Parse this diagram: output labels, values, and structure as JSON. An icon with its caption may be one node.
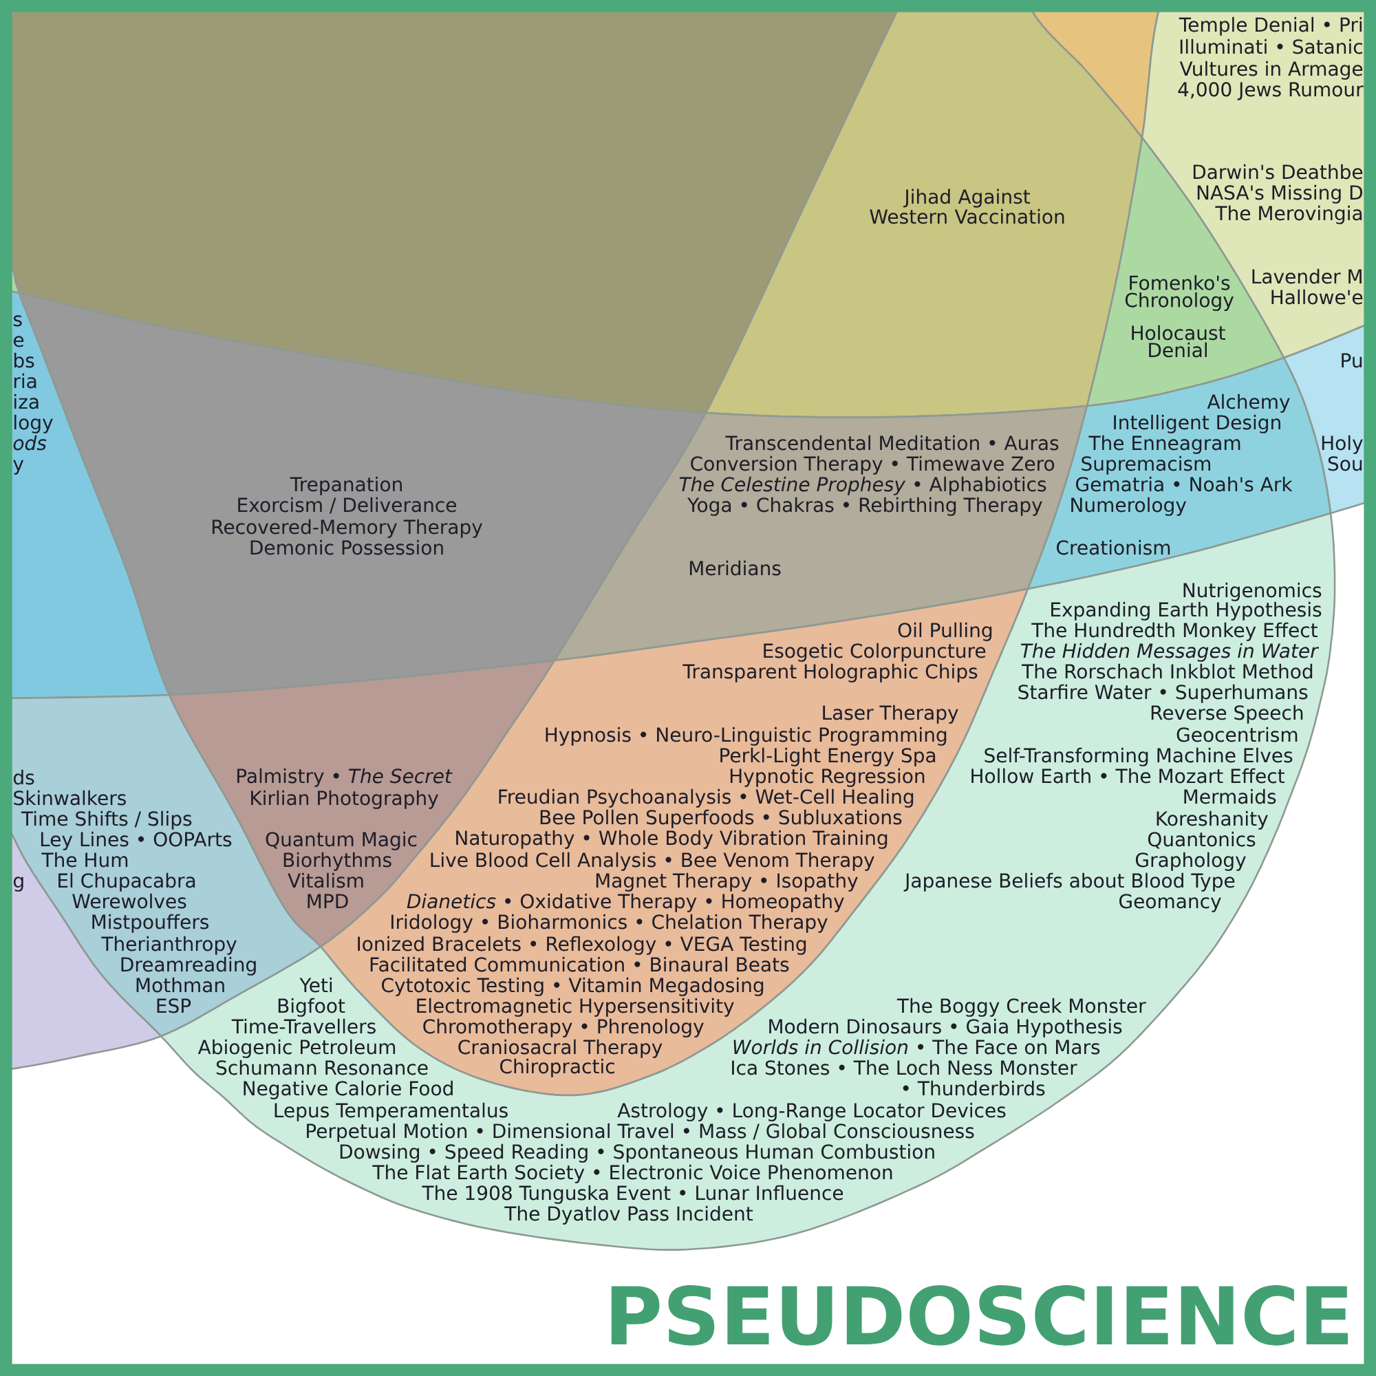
{
  "diagram": {
    "nodes": [
      {
        "text": [],
        "shape": "region"
      },
      {
        "text": [
          "Jihad Against Western Vaccination"
        ]
      },
      {
        "text": [],
        "shape": "region"
      },
      {
        "text": [
          "Temple Denial • Pri",
          "Illuminati • Satanic",
          "Vultures in Armage",
          "4,000 Jews Rumour",
          "Darwin's Deathbe",
          "NASA's Missing D",
          "The Merovingia",
          "Lavender M",
          "Hallowe'e"
        ]
      },
      {
        "text": [],
        "shape": "region"
      },
      {
        "text": [
          "s",
          "e",
          "bs",
          "ria",
          "iza",
          "logy",
          "ods",
          "y"
        ]
      },
      {
        "text": [
          "Fomenko's Chronology",
          "Holocaust Denial"
        ]
      },
      {
        "text": [
          "Pu",
          "Holy",
          "Sou"
        ]
      },
      {
        "text": [
          "Trepanation",
          "Exorcism / Deliverance",
          "Recovered-Memory Therapy",
          "Demonic Possession"
        ]
      },
      {
        "text": [
          "Transcendental Meditation • Auras",
          "Conversion Therapy • Timewave Zero",
          "*The Celestine Prophesy* • Alphabiotics",
          "Yoga • Chakras • Rebirthing Therapy",
          "Meridians"
        ]
      },
      {
        "text": [
          "Alchemy",
          "Intelligent Design",
          "The Enneagram",
          "Supremacism",
          "Gematria • Noah's Ark",
          "Numerology",
          "Creationism"
        ]
      },
      {
        "text": [
          "ds",
          "Skinwalkers",
          "Time Shifts / Slips",
          "Ley Lines • OOPArts",
          "The Hum",
          "El Chupacabra",
          "Werewolves",
          "Mistpouffers",
          "Therianthropy",
          "Dreamreading",
          "Mothman",
          "ESP"
        ]
      },
      {
        "text": [
          "g"
        ]
      },
      {
        "text": [
          "Palmistry • *The Secret*",
          "Kirlian Photography",
          "Quantum Magic",
          "Biorhythms",
          "Vitalism",
          "MPD"
        ]
      },
      {
        "text": [
          "Oil Pulling",
          "Esogetic Colorpuncture",
          "Transparent Holographic Chips",
          "Laser Therapy",
          "Hypnosis • Neuro-Linguistic Programming",
          "Perkl-Light Energy Spa",
          "Hypnotic Regression",
          "Freudian Psychoanalysis • Wet-Cell Healing",
          "Bee Pollen Superfoods • Subluxations",
          "Naturopathy • Whole Body Vibration Training",
          "Live Blood Cell Analysis • Bee Venom Therapy",
          "Magnet Therapy • Isopathy",
          "*Dianetics* • Oxidative Therapy • Homeopathy",
          "Iridology • Bioharmonics • Chelation Therapy",
          "Ionized Bracelets • Reflexology • VEGA Testing",
          "Facilitated Communication • Binaural Beats",
          "Cytotoxic Testing • Vitamin Megadosing",
          "Electromagnetic Hypersensitivity",
          "Chromotherapy • Phrenology",
          "Craniosacral Therapy",
          "Chiropractic"
        ]
      },
      {
        "text": [
          "Nutrigenomics",
          "Expanding Earth Hypothesis",
          "The Hundredth Monkey Effect",
          "The Hidden Messages in Water",
          "The Rorschach Inkblot Method",
          "Starfire Water • Superhumans",
          "Reverse Speech",
          "Geocentrism",
          "Self-Transforming Machine Elves",
          "Hollow Earth • The Mozart Effect",
          "Mermaids",
          "Koreshanity",
          "Quantonics",
          "Graphology",
          "Japanese Beliefs about Blood Type",
          "Geomancy",
          "Yeti",
          "Bigfoot",
          "Time-Travellers",
          "Abiogenic Petroleum",
          "Schumann Resonance",
          "Negative Calorie Food",
          "Lepus Temperamentalus",
          "The Boggy Creek Monster",
          "Modern Dinosaurs • Gaia Hypothesis",
          "*Worlds in Collision* • The Face on Mars",
          "Ica Stones • The Loch Ness Monster",
          "• Thunderbirds",
          "Astrology • Long-Range Locator Devices",
          "Perpetual Motion • Dimensional Travel • Mass / Global Consciousness",
          "Dowsing • Speed Reading • Spontaneous Human Combustion",
          "The Flat Earth Society • Electronic Voice Phenomenon",
          "The 1908 Tunguska Event • Lunar Influence",
          "The Dyatlov Pass Incident",
          "PSEUDOSCIENCE"
        ]
      }
    ]
  }
}
